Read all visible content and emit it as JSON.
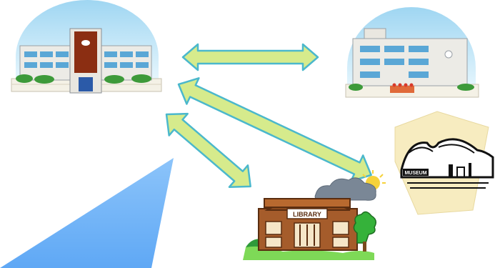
{
  "scene": {
    "buildings": {
      "school": {
        "icon": "school-building-icon"
      },
      "hospital": {
        "icon": "hospital-building-icon"
      },
      "museum": {
        "icon": "museum-building-icon",
        "sign_text": "MUSEUM"
      },
      "library": {
        "icon": "library-building-icon",
        "sign_text": "LIBRARY"
      }
    },
    "connections": [
      {
        "from": "school",
        "to": "hospital",
        "style": "double-arrow"
      },
      {
        "from": "school",
        "to": "museum",
        "style": "double-arrow"
      },
      {
        "from": "school",
        "to": "library",
        "style": "double-arrow"
      }
    ],
    "colors": {
      "arrow_fill": "#d6eb8c",
      "arrow_stroke": "#4bb8cc",
      "sky": "#bfe6f7",
      "beam": "#6fb3f7",
      "museum_backdrop": "#f7ecc0",
      "library_brick": "#9b5a2a"
    }
  }
}
